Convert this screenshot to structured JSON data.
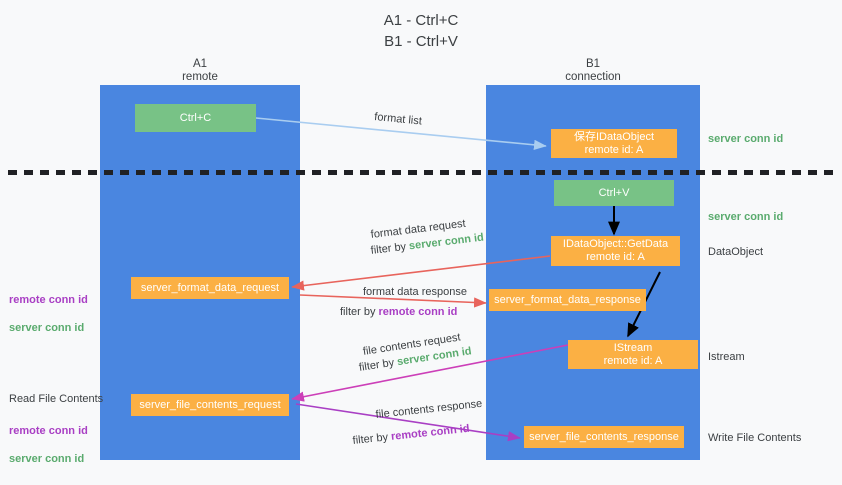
{
  "title": "A1 - Ctrl+C\nB1 - Ctrl+V",
  "colors": {
    "lane": "#4a86e0",
    "green_node": "#78c286",
    "orange_node": "#fbb044",
    "server_conn_id": "#5aab6e",
    "remote_conn_id": "#a93fc4",
    "background": "#f8f9fa",
    "divider": "#202124",
    "arrow_blue": "#a9cdf0",
    "arrow_red": "#e8645c",
    "arrow_magenta": "#cc3fb8",
    "arrow_purple": "#a93fc4",
    "arrow_black": "#000000"
  },
  "lanes": [
    {
      "id": "a1",
      "title": "A1\nremote"
    },
    {
      "id": "b1",
      "title": "B1\nconnection"
    }
  ],
  "nodes": {
    "ctrl_c": "Ctrl+C",
    "ctrl_v": "Ctrl+V",
    "save_idataobject": "保存IDataObject\nremote id: A",
    "idataobject_getdata": "IDataObject::GetData\nremote id: A",
    "istream": "IStream\nremote id: A",
    "server_format_data_request": "server_format_data_request",
    "server_format_data_response": "server_format_data_response",
    "server_file_contents_request": "server_file_contents_request",
    "server_file_contents_response": "server_file_contents_response"
  },
  "right_labels": [
    {
      "text": "server conn id",
      "kind": "green"
    },
    {
      "text": "server conn id",
      "kind": "green"
    },
    {
      "text": "DataObject",
      "kind": "plain"
    },
    {
      "text": "Istream",
      "kind": "plain"
    },
    {
      "text": "Write File Contents",
      "kind": "plain"
    }
  ],
  "left_labels": {
    "format_conn": {
      "remote": "remote conn id",
      "server": "server conn id"
    },
    "read_file_contents": "Read File Contents",
    "file_conn": {
      "remote": "remote conn id",
      "server": "server conn id"
    }
  },
  "edges": [
    {
      "id": "format-list",
      "label": "format list"
    },
    {
      "id": "format-data-request",
      "label": "format data request",
      "filter_prefix": "filter by ",
      "filter_term": "server conn id"
    },
    {
      "id": "format-data-response",
      "label": "format data response",
      "filter_prefix": "filter by ",
      "filter_term": "remote conn id"
    },
    {
      "id": "file-contents-request",
      "label": "file contents request",
      "filter_prefix": "filter by ",
      "filter_term": "server conn id"
    },
    {
      "id": "file-contents-response",
      "label": "file contents response",
      "filter_prefix": "filter by ",
      "filter_term": "remote conn id"
    }
  ]
}
